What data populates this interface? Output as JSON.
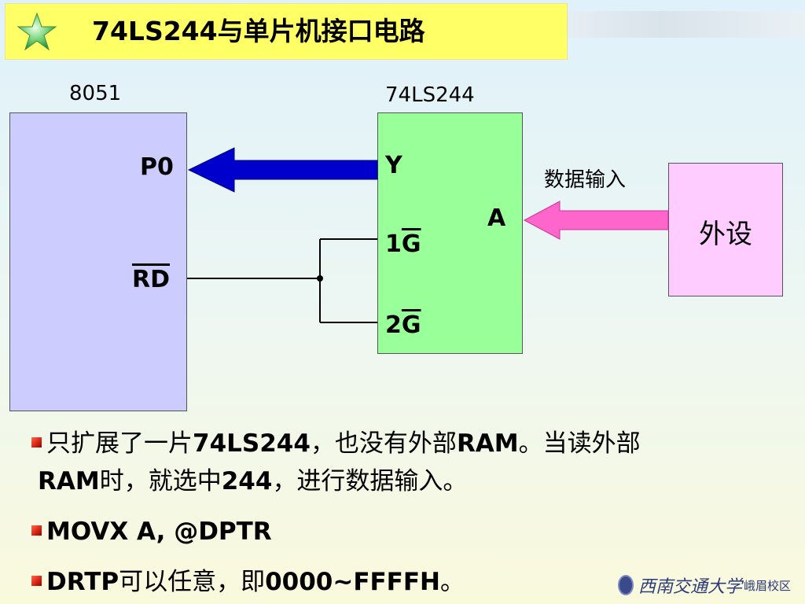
{
  "title": "74LS244与单片机接口电路",
  "diagram": {
    "chip_8051_label": "8051",
    "chip_244_label": "74LS244",
    "pin_p0": "P0",
    "pin_rd": "RD",
    "pin_y": "Y",
    "pin_1g_num": "1",
    "pin_1g_g": "G",
    "pin_2g_num": "2",
    "pin_2g_g": "G",
    "pin_a": "A",
    "data_input_label": "数据输入",
    "peripheral_label": "外设",
    "colors": {
      "chip_8051": "#ccccff",
      "chip_244": "#99ff99",
      "peripheral": "#ffccff",
      "arrow_bus": "#0000cc",
      "arrow_input": "#ff66cc"
    }
  },
  "bullets": [
    {
      "pre": "只扩展了一片",
      "b1": "74LS244",
      "mid": "，也没有外部",
      "b2": "RAM",
      "post": "。当读外部"
    },
    {
      "b1": "RAM",
      "mid": "时，就选中",
      "b2": "244",
      "post": "，进行数据输入。"
    },
    {
      "b1": "MOVX A, @DPTR"
    },
    {
      "b1": "DRTP",
      "mid": "可以任意，即",
      "b2": "0000~FFFFH",
      "post": "。"
    }
  ],
  "logo": {
    "text": "西南交通大学",
    "sub": "峨眉校区"
  }
}
